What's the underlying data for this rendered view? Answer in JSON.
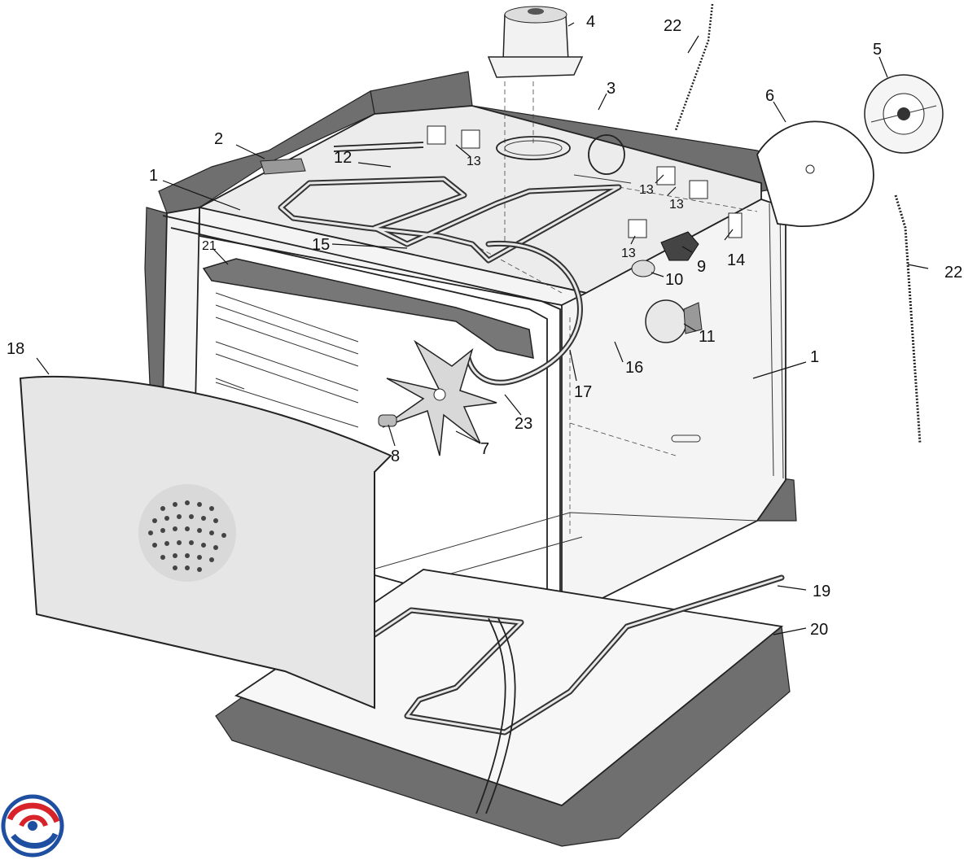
{
  "labels": {
    "l1a": "1",
    "l1b": "1",
    "l2": "2",
    "l3": "3",
    "l4": "4",
    "l5": "5",
    "l6": "6",
    "l7": "7",
    "l8": "8",
    "l9": "9",
    "l10": "10",
    "l11": "11",
    "l12": "12",
    "l13a": "13",
    "l13b": "13",
    "l13c": "13",
    "l13d": "13",
    "l14": "14",
    "l15": "15",
    "l16": "16",
    "l17": "17",
    "l18": "18",
    "l19": "19",
    "l20": "20",
    "l21": "21",
    "l22a": "22",
    "l22b": "22",
    "l23": "23"
  },
  "colors": {
    "logo_red": "#d8232a",
    "logo_blue": "#1f4fa0",
    "insulation": "#6f6f6f"
  },
  "icons": {
    "logo": "swirl-logo-icon"
  }
}
